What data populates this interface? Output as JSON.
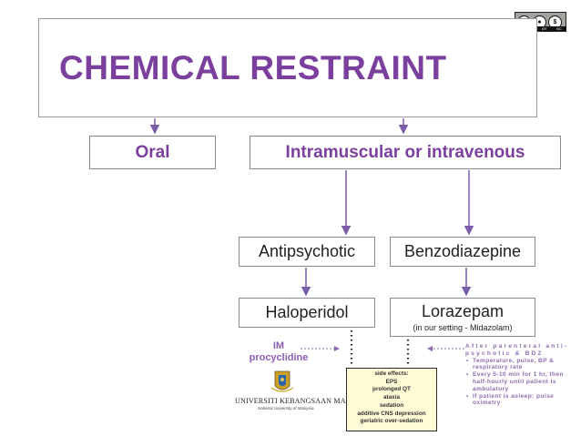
{
  "title": "CHEMICAL RESTRAINT",
  "routes": {
    "oral": "Oral",
    "parenteral": "Intramuscular or intravenous"
  },
  "classes": {
    "antipsychotic": "Antipsychotic",
    "benzodiazepine": "Benzodiazepine"
  },
  "drugs": {
    "haloperidol": "Haloperidol",
    "lorazepam": "Lorazepam",
    "lorazepam_note": "(in our setting - Midazolam)"
  },
  "im_procyclidine": {
    "line1": "IM",
    "line2": "procyclidine"
  },
  "side_effects": {
    "heading": "side effects:",
    "items": [
      "EPS",
      "prolonged QT",
      "ataxia",
      "sedation",
      "additive CNS depression",
      "geriatric over-sedation"
    ]
  },
  "aftercare": {
    "title": "After parenteral anti-psychotic & BDZ",
    "items": [
      "Temperature, pulse, BP & respiratory rate",
      "Every 5-10 min for 1 hr, then half-hourly until patient is ambulatory",
      "If patient is asleep: pulse oximetry"
    ]
  },
  "logo": {
    "name": "UNIVERSITI KEBANGSAAN MALAYSIA",
    "subtitle": "National University of Malaysia"
  },
  "license_badge": {
    "icons": [
      "cc-icon",
      "by-icon",
      "nc-icon"
    ],
    "labels": [
      "BY",
      "NC"
    ]
  },
  "colors": {
    "title": "#7b3f9e",
    "arrow": "#7b5ca8",
    "note": "#8e6eb0",
    "side_effects_bg": "#fffbd7"
  }
}
